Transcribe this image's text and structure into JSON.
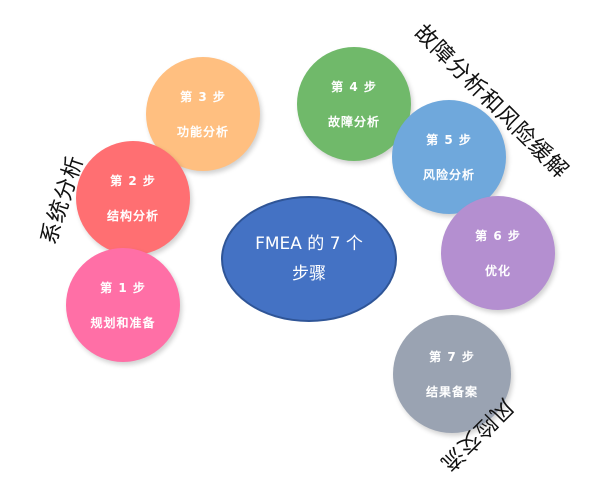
{
  "center": {
    "line1": "FMEA 的 7 个",
    "line2": "步骤"
  },
  "steps": [
    {
      "step": "第 1 步",
      "label": "规划和准备",
      "color": "#ff6fa6"
    },
    {
      "step": "第 2 步",
      "label": "结构分析",
      "color": "#ff6f72"
    },
    {
      "step": "第 3 步",
      "label": "功能分析",
      "color": "#ffbf80"
    },
    {
      "step": "第 4 步",
      "label": "故障分析",
      "color": "#70b96a"
    },
    {
      "step": "第 5 步",
      "label": "风险分析",
      "color": "#6fa8dc"
    },
    {
      "step": "第 6 步",
      "label": "优化",
      "color": "#b48fd0"
    },
    {
      "step": "第 7 步",
      "label": "结果备案",
      "color": "#9aa3b2"
    }
  ],
  "groups": {
    "system_analysis": "系统分析",
    "failure_risk": "故障分析和风险缓解",
    "risk_communication": "风险交流"
  }
}
